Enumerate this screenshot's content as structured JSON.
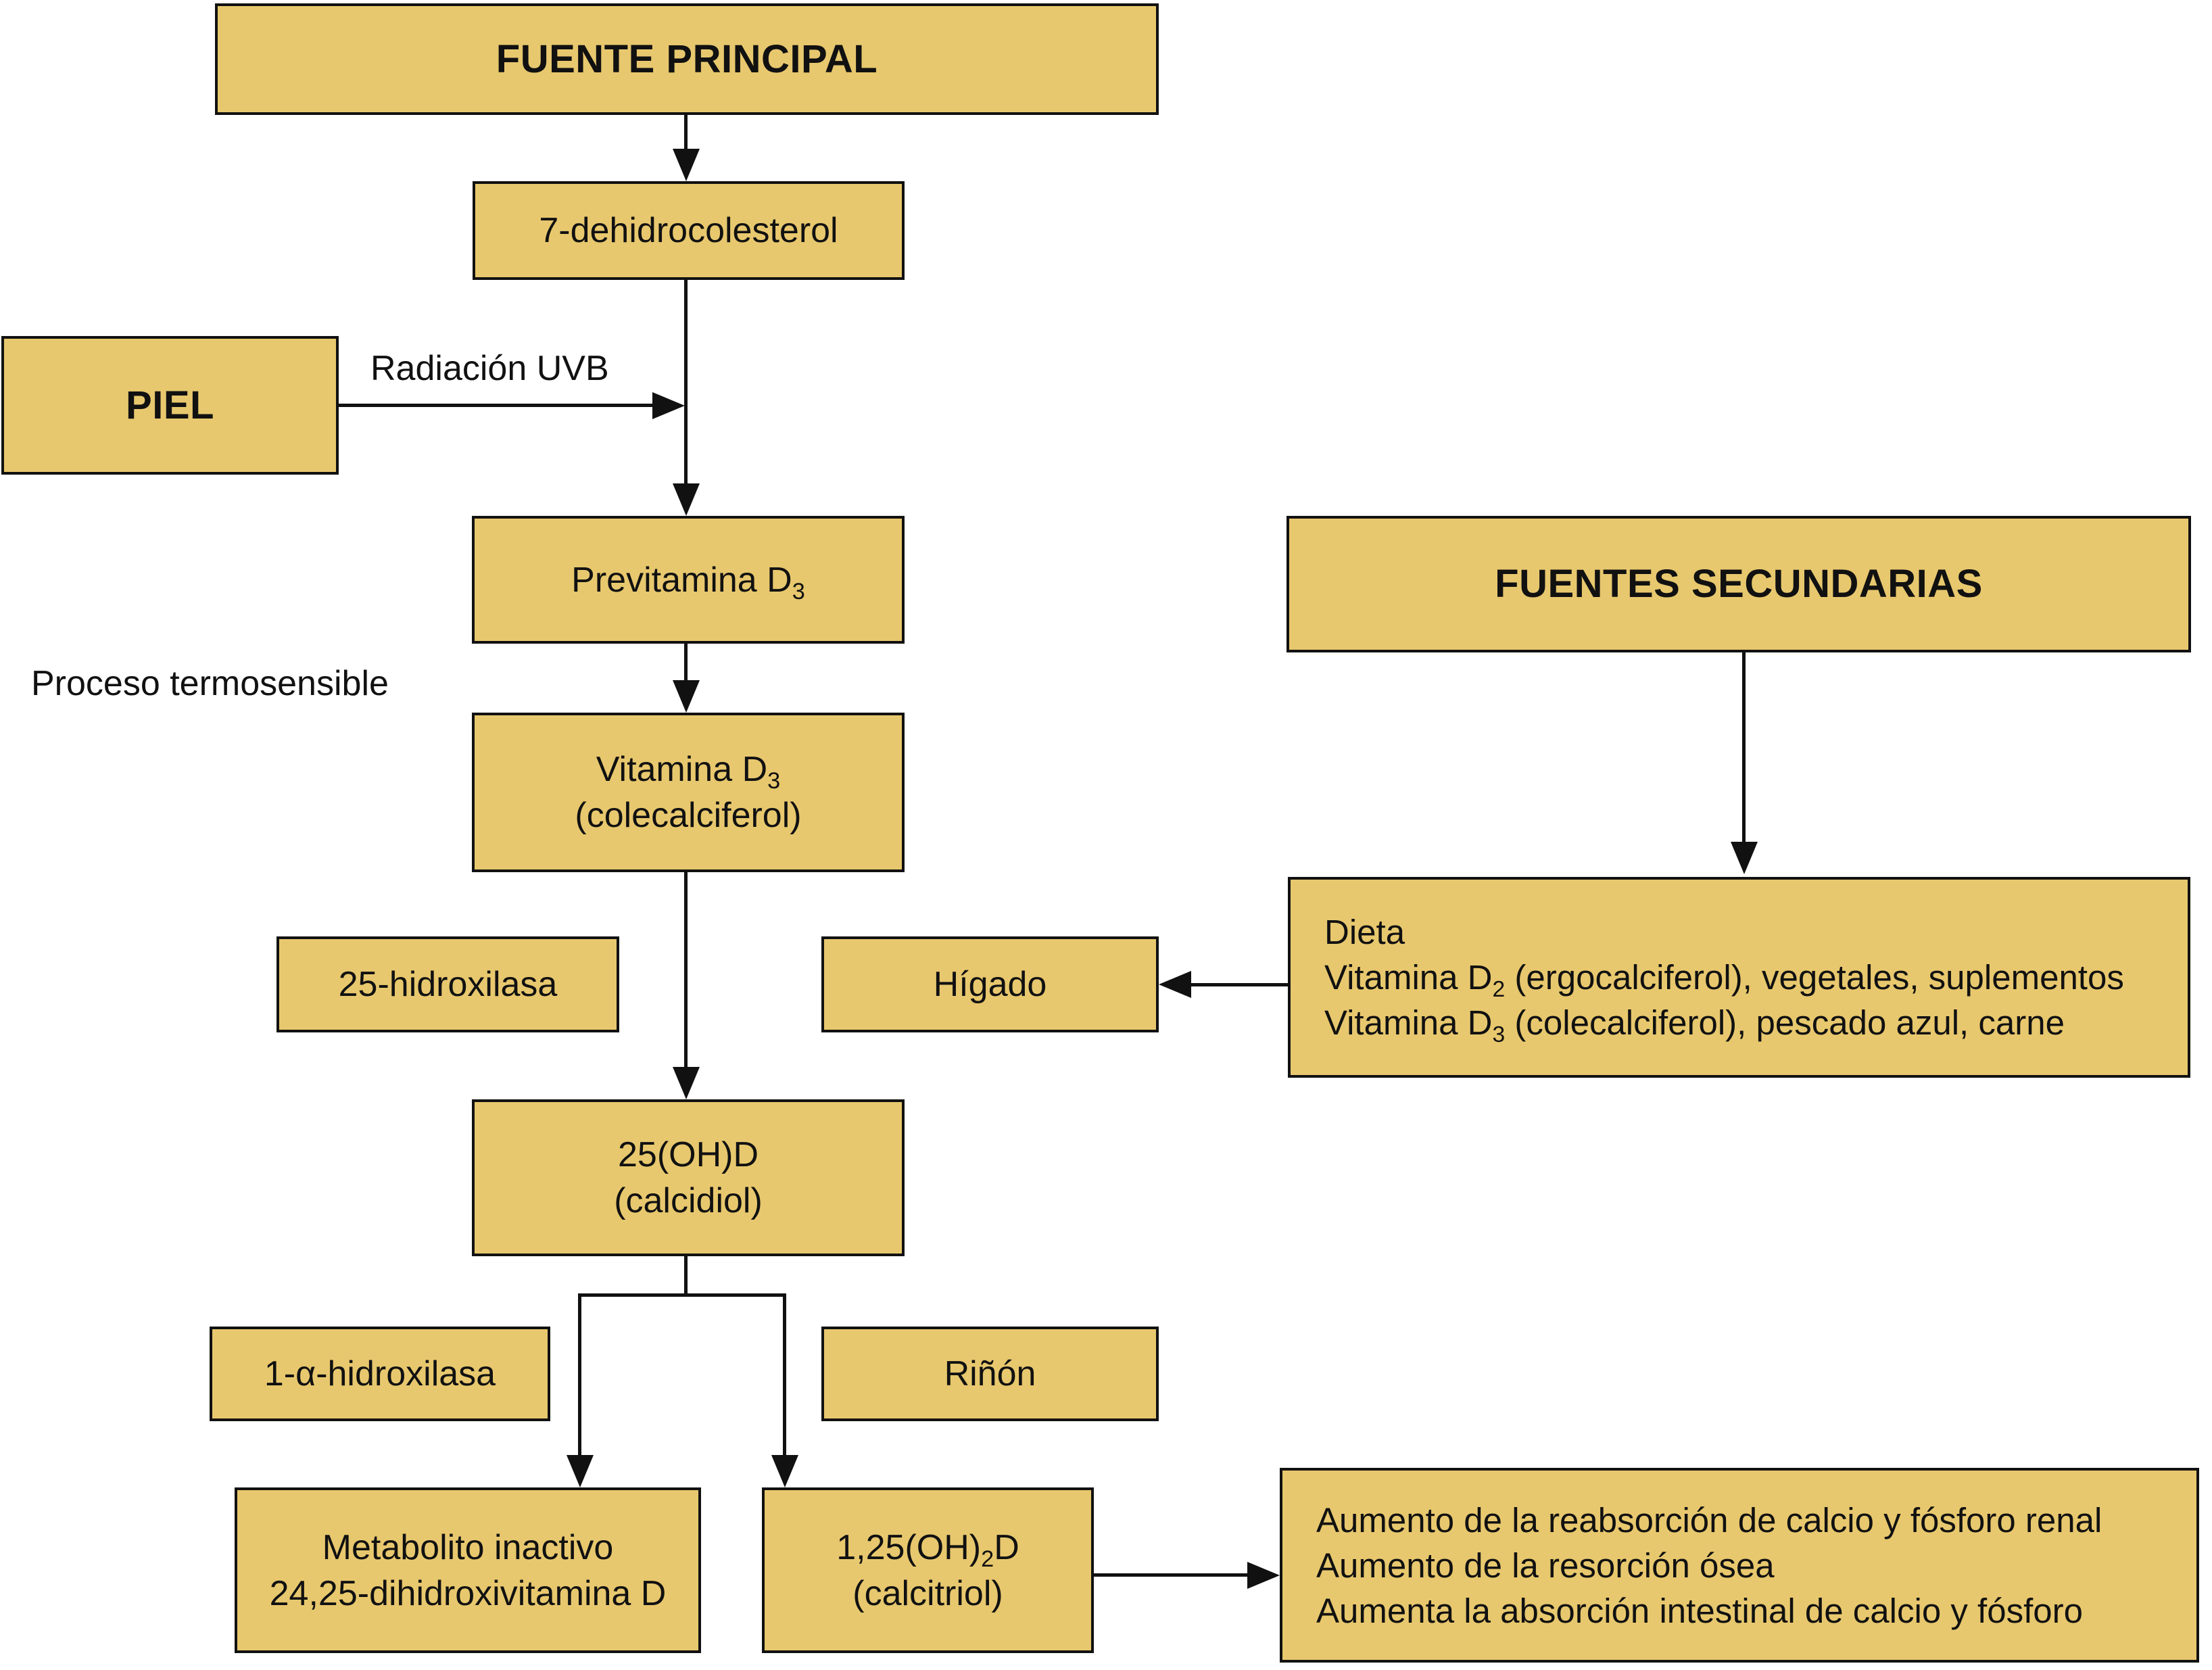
{
  "boxes": {
    "fuente_principal": {
      "label": "FUENTE PRINCIPAL"
    },
    "dehidrocolesterol": {
      "label": "7-dehidrocolesterol"
    },
    "piel": {
      "label": "PIEL"
    },
    "previtamina_d3": {
      "main": "Previtamina D",
      "sub": "3"
    },
    "vitamina_d3": {
      "main": "Vitamina D",
      "sub": "3",
      "line2": "(colecalciferol)"
    },
    "hidroxilasa_25": {
      "label": "25-hidroxilasa"
    },
    "higado": {
      "label": "Hígado"
    },
    "fuentes_secundarias": {
      "label": "FUENTES SECUNDARIAS"
    },
    "dieta": {
      "line1": "Dieta",
      "line2_pre": "Vitamina D",
      "line2_sub": "2",
      "line2_post": " (ergocalciferol), vegetales, suplementos",
      "line3_pre": "Vitamina D",
      "line3_sub": "3",
      "line3_post": " (colecalciferol), pescado azul, carne"
    },
    "calcidiol": {
      "line1": "25(OH)D",
      "line2": "(calcidiol)"
    },
    "alfa_hidroxilasa": {
      "label": "1-α-hidroxilasa"
    },
    "rinon": {
      "label": "Riñón"
    },
    "metabolito": {
      "line1": "Metabolito inactivo",
      "line2": "24,25-dihidroxivitamina D"
    },
    "calcitriol": {
      "pre": "1,25(OH)",
      "sub": "2",
      "post": "D",
      "line2": "(calcitriol)"
    },
    "efectos": {
      "line1": "Aumento de la reabsorción de calcio y fósforo renal",
      "line2": "Aumento de la resorción ósea",
      "line3": "Aumenta la absorción intestinal de calcio y fósforo"
    }
  },
  "labels": {
    "radiacion_uvb": "Radiación UVB",
    "proceso_termosensible": "Proceso termosensible"
  },
  "colors": {
    "box_fill": "#E8C86E",
    "box_border": "#111111",
    "line": "#111111",
    "text": "#111111",
    "background": "#FFFFFF"
  }
}
